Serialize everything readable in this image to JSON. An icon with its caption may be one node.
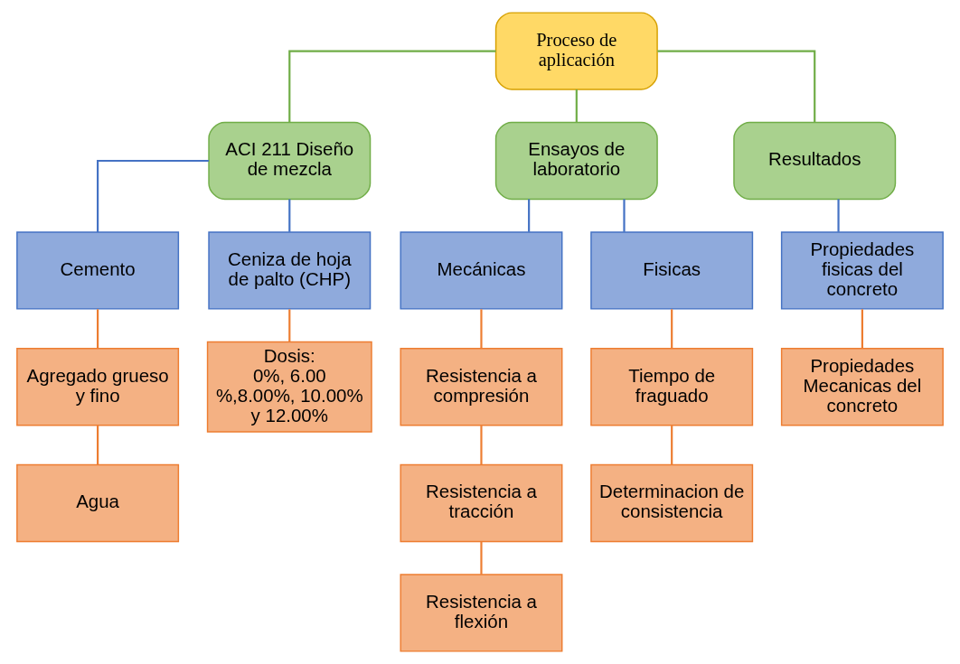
{
  "diagram": {
    "nodes": [
      {
        "text": [
          "Proceso de aplicación"
        ]
      },
      {
        "text": [
          "ACI 211 Diseño de mezcla"
        ]
      },
      {
        "text": [
          "Ensayos de laboratorio"
        ]
      },
      {
        "text": [
          "Resultados"
        ]
      },
      {
        "text": [
          "Cemento"
        ]
      },
      {
        "text": [
          "Ceniza de hoja de palto (CHP)"
        ]
      },
      {
        "text": [
          "Mecánicas"
        ]
      },
      {
        "text": [
          "Fisicas"
        ]
      },
      {
        "text": [
          "Propiedades fisicas del concreto"
        ]
      },
      {
        "text": [
          "Agregado grueso y fino"
        ]
      },
      {
        "text": [
          "Agua"
        ]
      },
      {
        "text": [
          "Dosis:",
          "0%, 6.00 %,8.00%, 10.00% y 12.00%"
        ]
      },
      {
        "text": [
          "Resistencia a compresión"
        ]
      },
      {
        "text": [
          "Resistencia a tracción"
        ]
      },
      {
        "text": [
          "Resistencia a flexión"
        ]
      },
      {
        "text": [
          "Tiempo de fraguado"
        ]
      },
      {
        "text": [
          "Determinacion de consistencia"
        ]
      },
      {
        "text": [
          "Propiedades Mecanicas del concreto"
        ]
      }
    ],
    "edges": [
      {
        "from": 0,
        "to": 1,
        "arrow": "none",
        "color": "#70ad47"
      },
      {
        "from": 0,
        "to": 2,
        "arrow": "none",
        "color": "#70ad47"
      },
      {
        "from": 0,
        "to": 3,
        "arrow": "none",
        "color": "#70ad47"
      },
      {
        "from": 1,
        "to": 4,
        "arrow": "none",
        "color": "#4472c4"
      },
      {
        "from": 1,
        "to": 5,
        "arrow": "none",
        "color": "#4472c4"
      },
      {
        "from": 2,
        "to": 6,
        "arrow": "none",
        "color": "#4472c4"
      },
      {
        "from": 2,
        "to": 7,
        "arrow": "none",
        "color": "#4472c4"
      },
      {
        "from": 3,
        "to": 8,
        "arrow": "none",
        "color": "#4472c4"
      },
      {
        "from": 4,
        "to": 9,
        "arrow": "none"
      },
      {
        "from": 9,
        "to": 10,
        "arrow": "none"
      },
      {
        "from": 5,
        "to": 11,
        "arrow": "none"
      },
      {
        "from": 6,
        "to": 12,
        "arrow": "none"
      },
      {
        "from": 12,
        "to": 13,
        "arrow": "none"
      },
      {
        "from": 13,
        "to": 14,
        "arrow": "none"
      },
      {
        "from": 7,
        "to": 15,
        "arrow": "none"
      },
      {
        "from": 15,
        "to": 16,
        "arrow": "none"
      },
      {
        "from": 8,
        "to": 17,
        "arrow": "none"
      }
    ]
  }
}
